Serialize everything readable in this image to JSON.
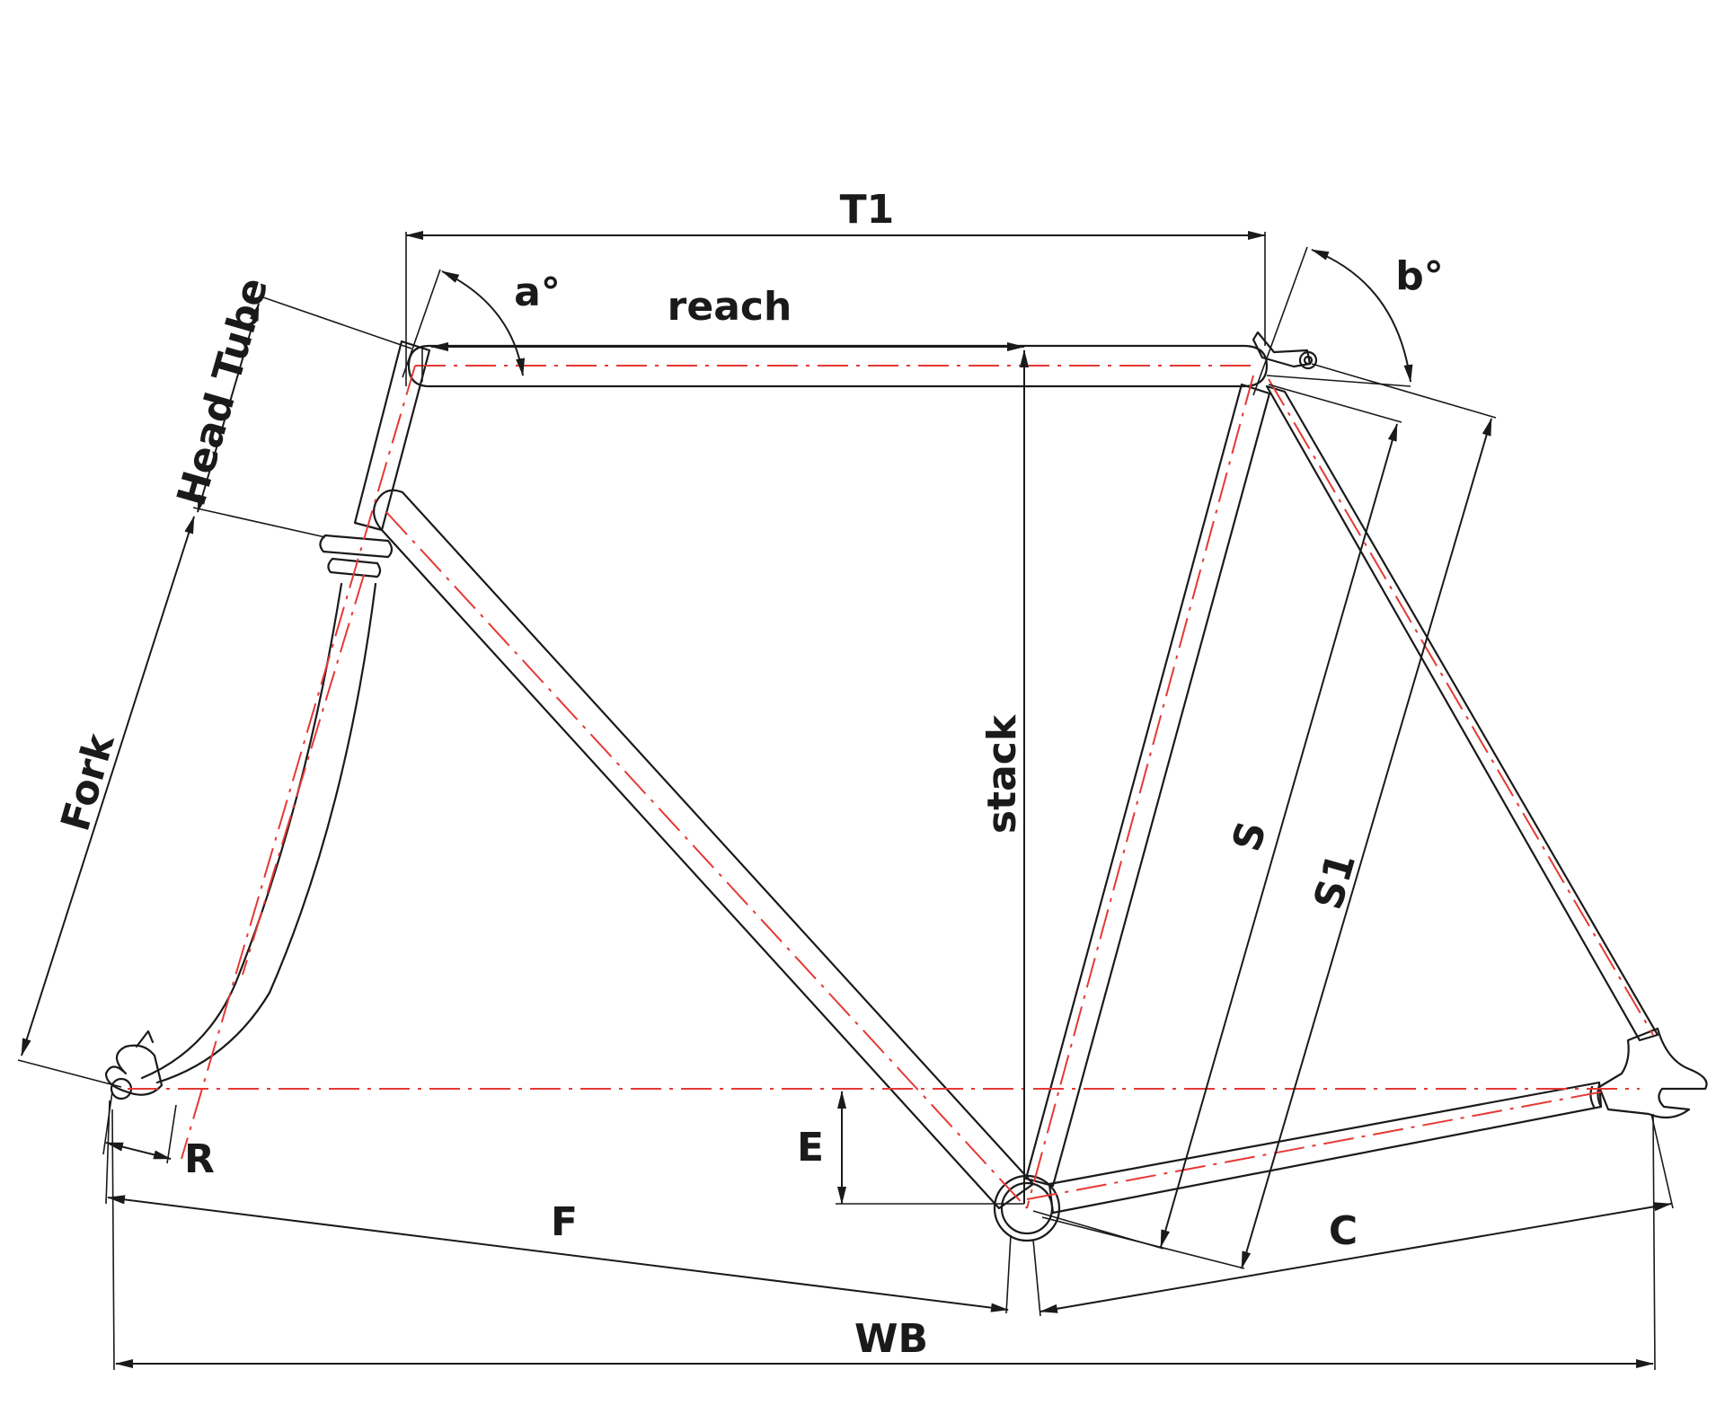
{
  "labels": {
    "t1": "T1",
    "reach": "reach",
    "a_angle": "a°",
    "b_angle": "b°",
    "head_tube": "Head Tube",
    "fork": "Fork",
    "stack": "stack",
    "s": "S",
    "s1": "S1",
    "r": "R",
    "e": "E",
    "f": "F",
    "c": "C",
    "wb": "WB"
  },
  "colors": {
    "outline": "#1a1a1a",
    "centerline": "#e53935",
    "background": "#ffffff"
  }
}
